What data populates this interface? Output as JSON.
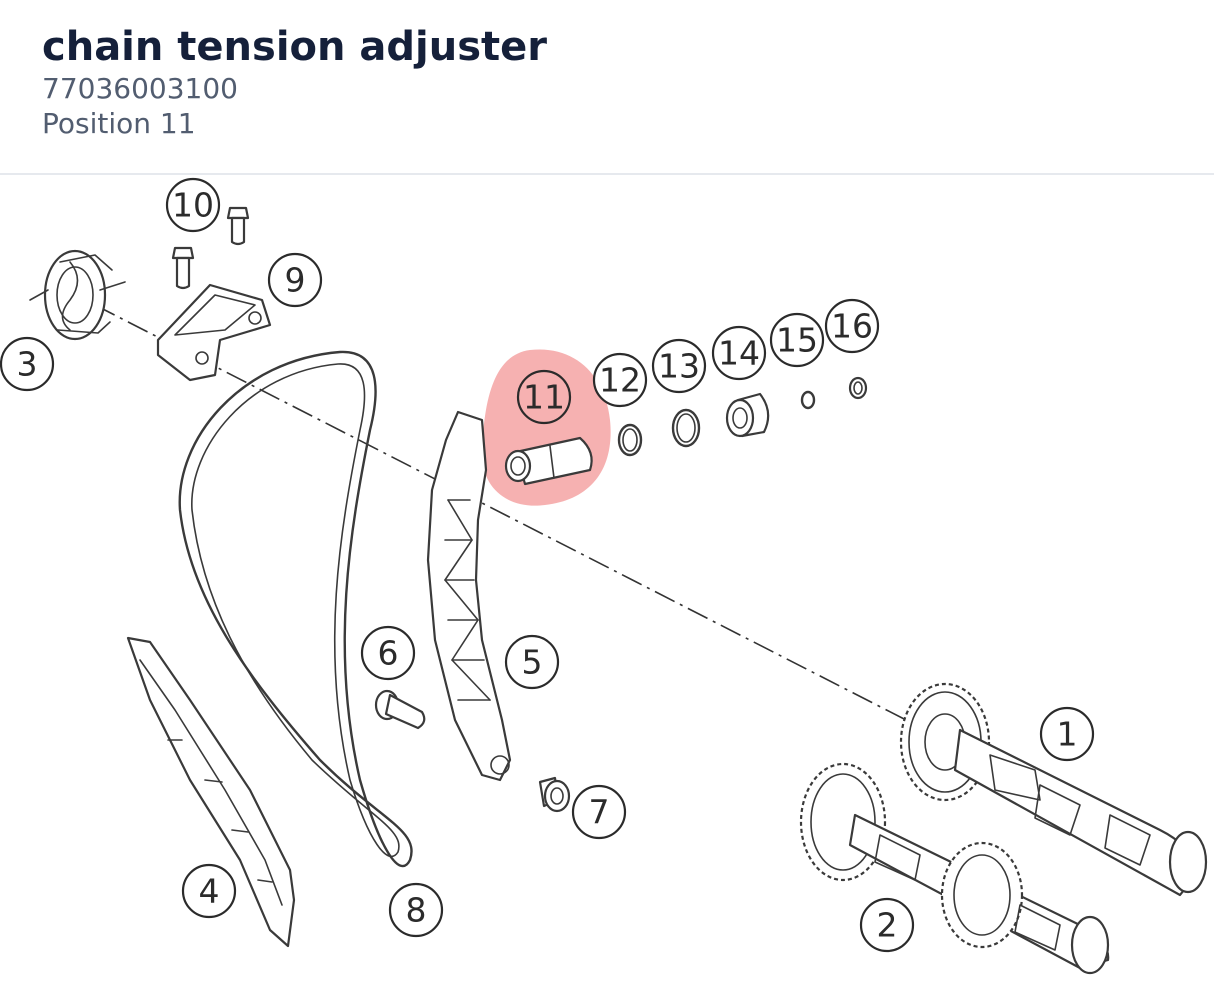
{
  "header": {
    "title": "chain tension adjuster",
    "part_number": "77036003100",
    "position": "Position 11"
  },
  "diagram": {
    "highlighted_callout": "11",
    "highlight_color": "#f08080",
    "callouts": [
      {
        "id": "c1",
        "label": "1"
      },
      {
        "id": "c2",
        "label": "2"
      },
      {
        "id": "c3",
        "label": "3"
      },
      {
        "id": "c4",
        "label": "4"
      },
      {
        "id": "c5",
        "label": "5"
      },
      {
        "id": "c6",
        "label": "6"
      },
      {
        "id": "c7",
        "label": "7"
      },
      {
        "id": "c8",
        "label": "8"
      },
      {
        "id": "c9",
        "label": "9"
      },
      {
        "id": "c10",
        "label": "10"
      },
      {
        "id": "c11",
        "label": "11"
      },
      {
        "id": "c12",
        "label": "12"
      },
      {
        "id": "c13",
        "label": "13"
      },
      {
        "id": "c14",
        "label": "14"
      },
      {
        "id": "c15",
        "label": "15"
      },
      {
        "id": "c16",
        "label": "16"
      }
    ]
  }
}
